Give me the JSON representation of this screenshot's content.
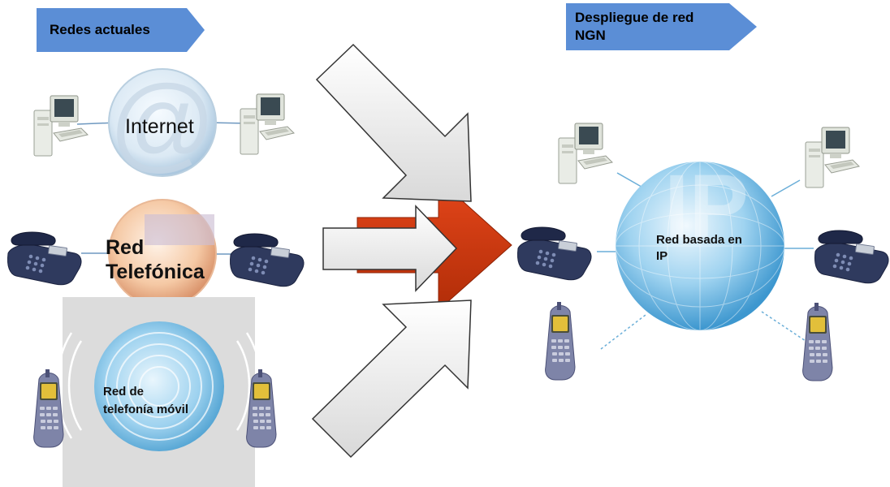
{
  "left_section": {
    "title": "Redes actuales",
    "networks": [
      {
        "label": "Internet"
      },
      {
        "label_line1": "Red",
        "label_line2": "Telefónica"
      },
      {
        "label_line1": "Red de",
        "label_line2": "telefonía móvil"
      }
    ]
  },
  "right_section": {
    "title_line1": "Despliegue de red",
    "title_line2": "NGN",
    "network": {
      "label_line1": "Red basada en",
      "label_line2": "IP",
      "watermark": "IP"
    }
  },
  "colors": {
    "tag_blue": "#5b8ed6",
    "arrow_red": "#d23a12",
    "arrow_white": "#f4f4f4",
    "globe_blue": "#59a9db",
    "phone_dark": "#2e3a5c"
  }
}
